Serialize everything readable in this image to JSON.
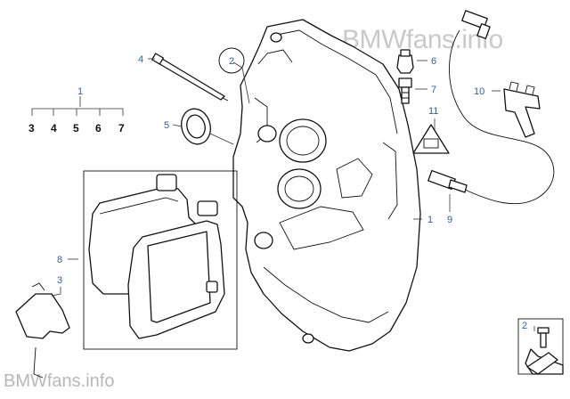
{
  "watermark": {
    "main": "BMWfans.info",
    "corner": "BMWfans.info"
  },
  "callouts": {
    "caliper": "1",
    "kit_group": "1",
    "kit_items": [
      "3",
      "4",
      "5",
      "6",
      "7"
    ],
    "bolt_circle": "2",
    "bolt_corner": "2",
    "spring": "3",
    "guide_bolt": "4",
    "seal": "5",
    "bleeder_cap": "6",
    "bleeder_valve": "7",
    "pads_set": "8",
    "sensor": "9",
    "clip": "10",
    "warning_label": "11"
  },
  "colors": {
    "callout": "#2f5fa0",
    "line": "#111111",
    "watermark": "#c9c9c9"
  }
}
